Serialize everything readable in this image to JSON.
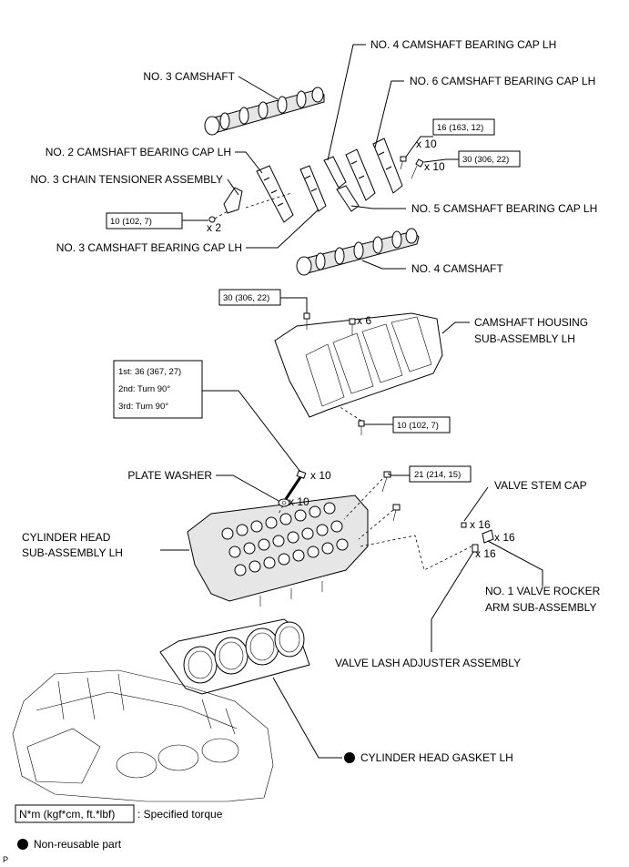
{
  "labels": {
    "no3_camshaft": "NO. 3 CAMSHAFT",
    "no4_cap": "NO. 4 CAMSHAFT BEARING CAP LH",
    "no6_cap": "NO. 6 CAMSHAFT BEARING CAP LH",
    "no2_cap": "NO. 2 CAMSHAFT BEARING CAP LH",
    "no3_tensioner": "NO. 3 CHAIN TENSIONER ASSEMBLY",
    "no5_cap": "NO. 5 CAMSHAFT BEARING CAP LH",
    "no3_cap": "NO. 3 CAMSHAFT BEARING CAP LH",
    "no4_camshaft": "NO. 4 CAMSHAFT",
    "housing_1": "CAMSHAFT HOUSING",
    "housing_2": "SUB-ASSEMBLY LH",
    "plate_washer": "PLATE WASHER",
    "valve_stem_cap": "VALVE STEM CAP",
    "head_1": "CYLINDER HEAD",
    "head_2": "SUB-ASSEMBLY LH",
    "rocker_1": "NO. 1 VALVE ROCKER",
    "rocker_2": "ARM SUB-ASSEMBLY",
    "lash_adjuster": "VALVE LASH ADJUSTER ASSEMBLY",
    "gasket": "CYLINDER HEAD GASKET LH"
  },
  "quantities": {
    "x10_cap_bolt": "x 10",
    "x10_housing_bolt": "x 10",
    "x2_tensioner": "x 2",
    "x6_housing": "x 6",
    "x10_head_bolt": "x 10",
    "x10_washer": "x 10",
    "x16_stem_cap": "x 16",
    "x16_rocker": "x 16",
    "x16_adjuster": "x 16"
  },
  "torques": {
    "cap_bolt": "16 (163, 12)",
    "cap_housing": "30 (306, 22)",
    "tensioner": "10 (102, 7)",
    "housing_top": "30 (306, 22)",
    "housing_bottom": "10 (102, 7)",
    "head_1st": "1st: 36 (367, 27)",
    "head_2nd": "2nd: Turn 90°",
    "head_3rd": "3rd: Turn 90°",
    "head_side": "21 (214, 15)"
  },
  "legend": {
    "torque_unit": "N*m (kgf*cm, ft.*lbf)",
    "torque_desc": ": Specified torque",
    "nonreusable": "Non-reusable part"
  },
  "corner_mark": "P"
}
